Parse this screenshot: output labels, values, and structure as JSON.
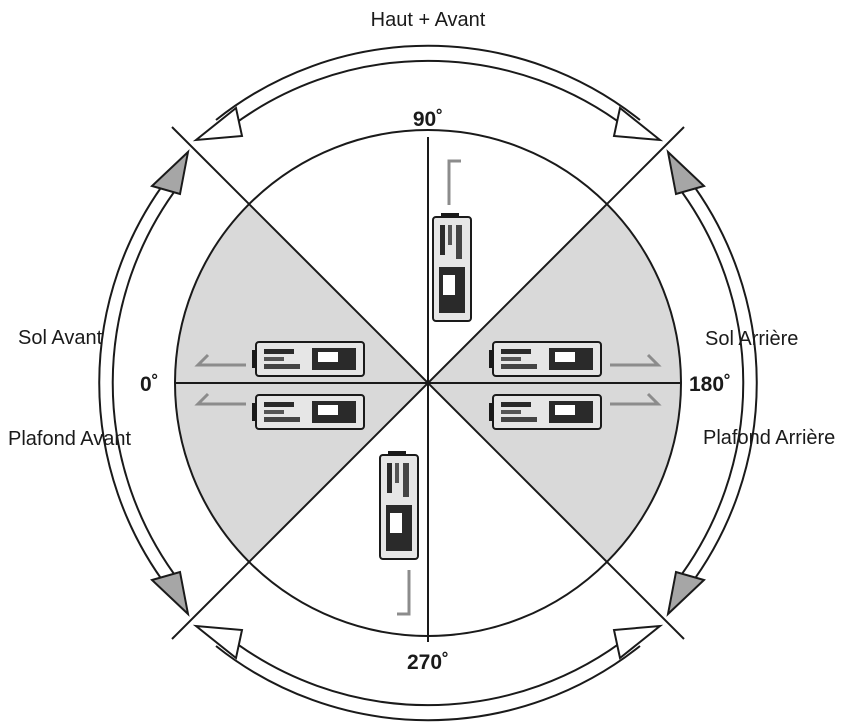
{
  "diagram": {
    "top_label": "Haut + Avant",
    "left_upper_label": "Sol Avant",
    "left_lower_label": "Plafond Avant",
    "right_upper_label": "Sol Arrière",
    "right_lower_label": "Plafond Arrière",
    "angles": {
      "a0": "0˚",
      "a90": "90˚",
      "a180": "180˚",
      "a270": "270˚"
    },
    "colors": {
      "sector_fill": "#d9d9d9",
      "line": "#1a1a1a",
      "gray_arrow": "#8c8c8c",
      "projector_body": "#e6e6e6",
      "projector_dark": "#2a2a2a"
    }
  }
}
